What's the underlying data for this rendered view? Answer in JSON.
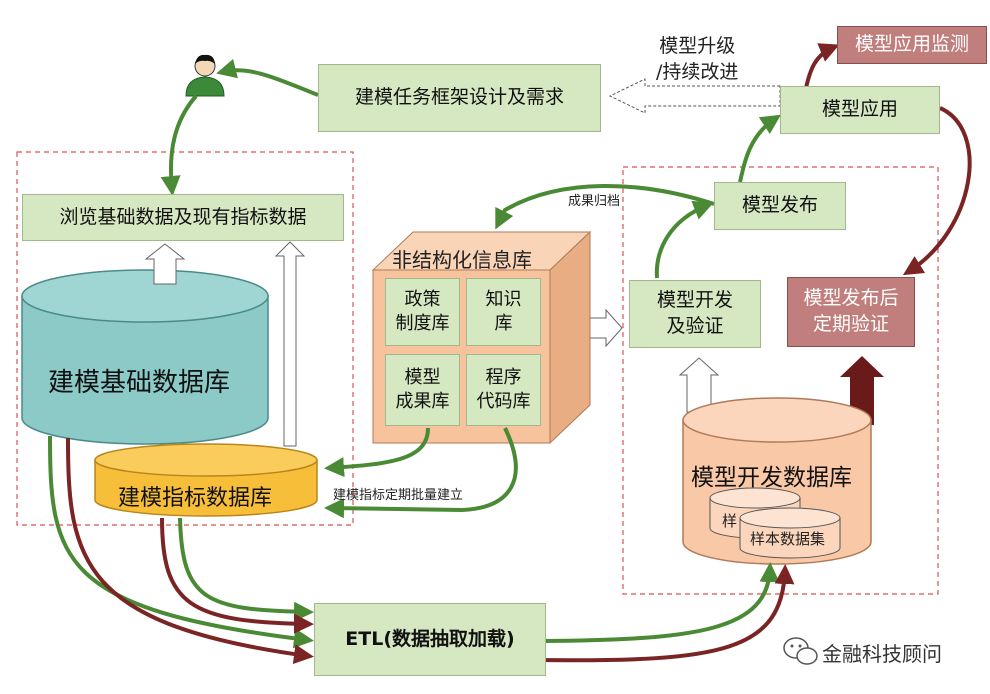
{
  "nodes": {
    "task_design": "建模任务框架设计及需求",
    "browse": "浏览基础数据及现有指标数据",
    "upgrade_line1": "模型升级",
    "upgrade_line2": "/持续改进",
    "model_app": "模型应用",
    "app_monitor": "模型应用监测",
    "model_release": "模型发布",
    "dev_verify_line1": "模型开发",
    "dev_verify_line2": "及验证",
    "periodic_line1": "模型发布后",
    "periodic_line2": "定期验证",
    "etl": "ETL(数据抽取加载)"
  },
  "databases": {
    "base_db": "建模基础数据库",
    "indicator_db": "建模指标数据库",
    "dev_db": "模型开发数据库",
    "sample_front": "样本数据集",
    "sample_back_partial": "样"
  },
  "cube": {
    "title": "非结构化信息库",
    "cells": [
      {
        "line1": "政策",
        "line2": "制度库"
      },
      {
        "line1": "知识",
        "line2": "库"
      },
      {
        "line1": "模型",
        "line2": "成果库"
      },
      {
        "line1": "程序",
        "line2": "代码库"
      }
    ]
  },
  "edge_labels": {
    "archive": "成果归档",
    "batch_build": "建模指标定期批量建立"
  },
  "watermark": "金融科技顾问",
  "colors": {
    "green_box": "#d6e8c2",
    "green_arrow": "#4a8a35",
    "maroon_arrow": "#7a2424",
    "red_box": "#c07f7c",
    "teal_db": "#8ccac8",
    "yellow_db": "#f7be3a",
    "orange_db": "#f9c8a6",
    "cube": "#f6c39d",
    "dashed_border": "#d9534f"
  },
  "icons": [
    "user-icon",
    "wechat-icon"
  ]
}
